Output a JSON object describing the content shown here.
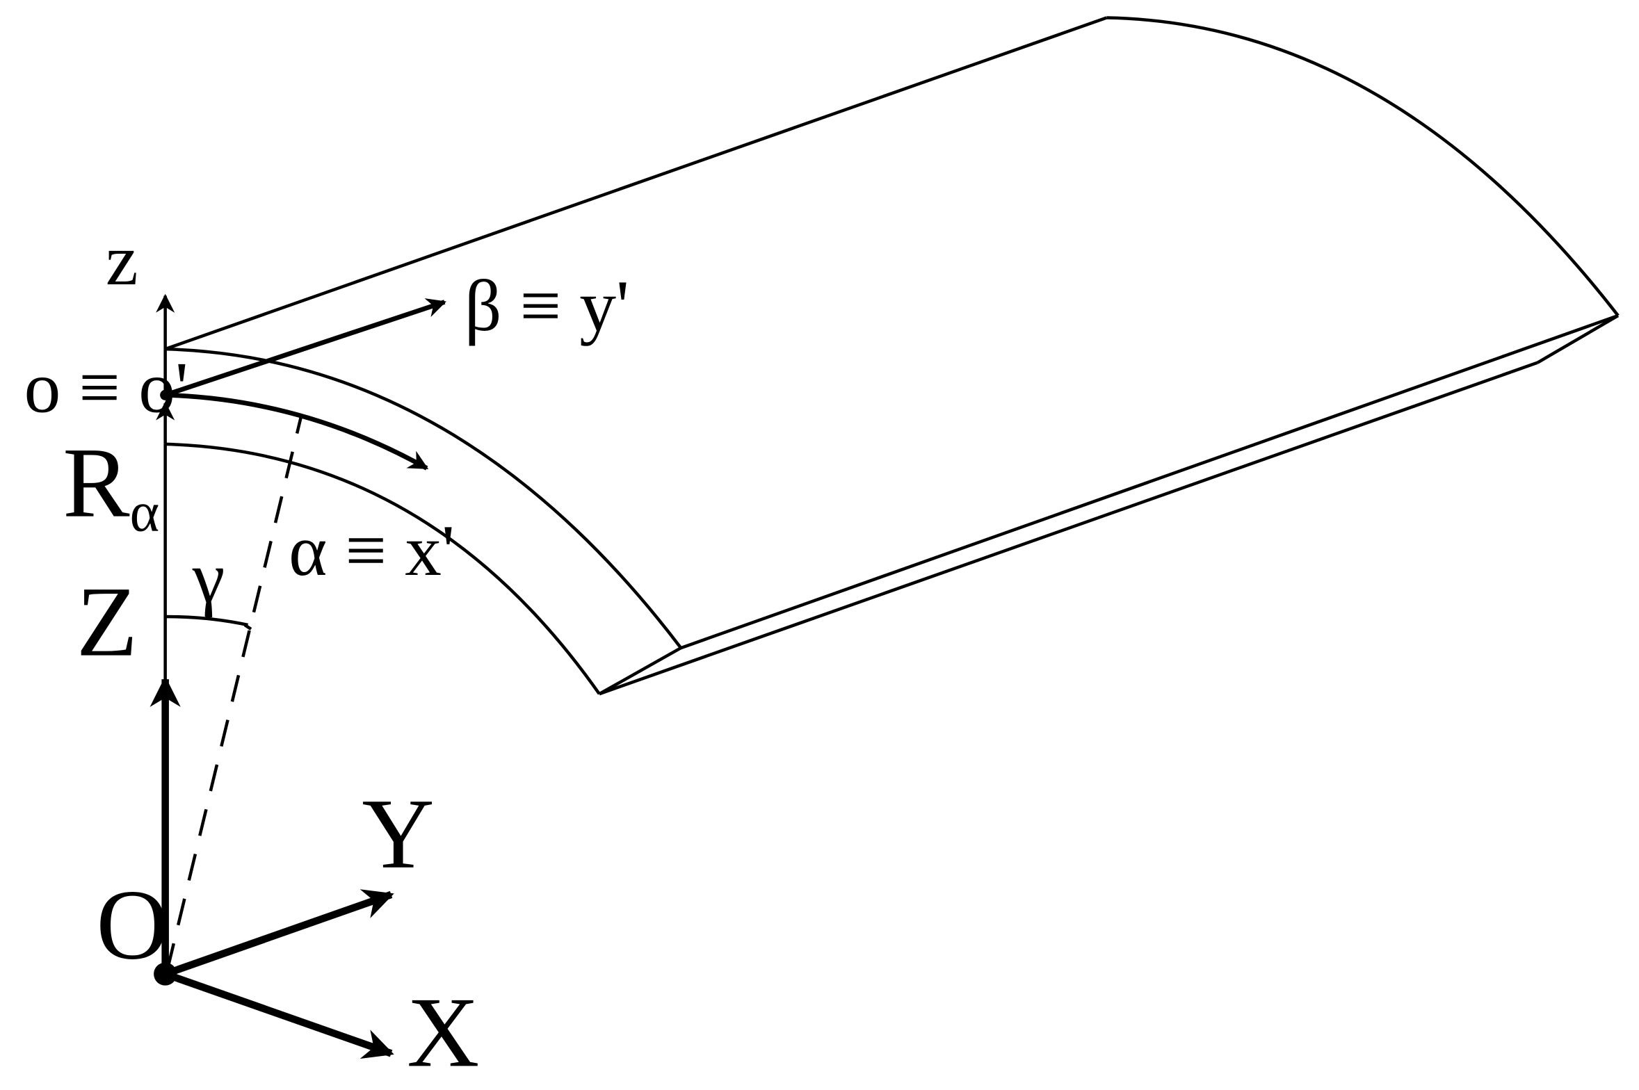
{
  "labels": {
    "global_z_axis": "Z",
    "global_y_axis": "Y",
    "global_x_axis": "X",
    "global_origin": "O",
    "local_z_axis": "z",
    "local_origin": "o ≡ o'",
    "beta_axis": "β ≡ y'",
    "alpha_axis": "α ≡ x'",
    "radius_main": "R",
    "radius_sub": "α",
    "angle": "γ"
  }
}
